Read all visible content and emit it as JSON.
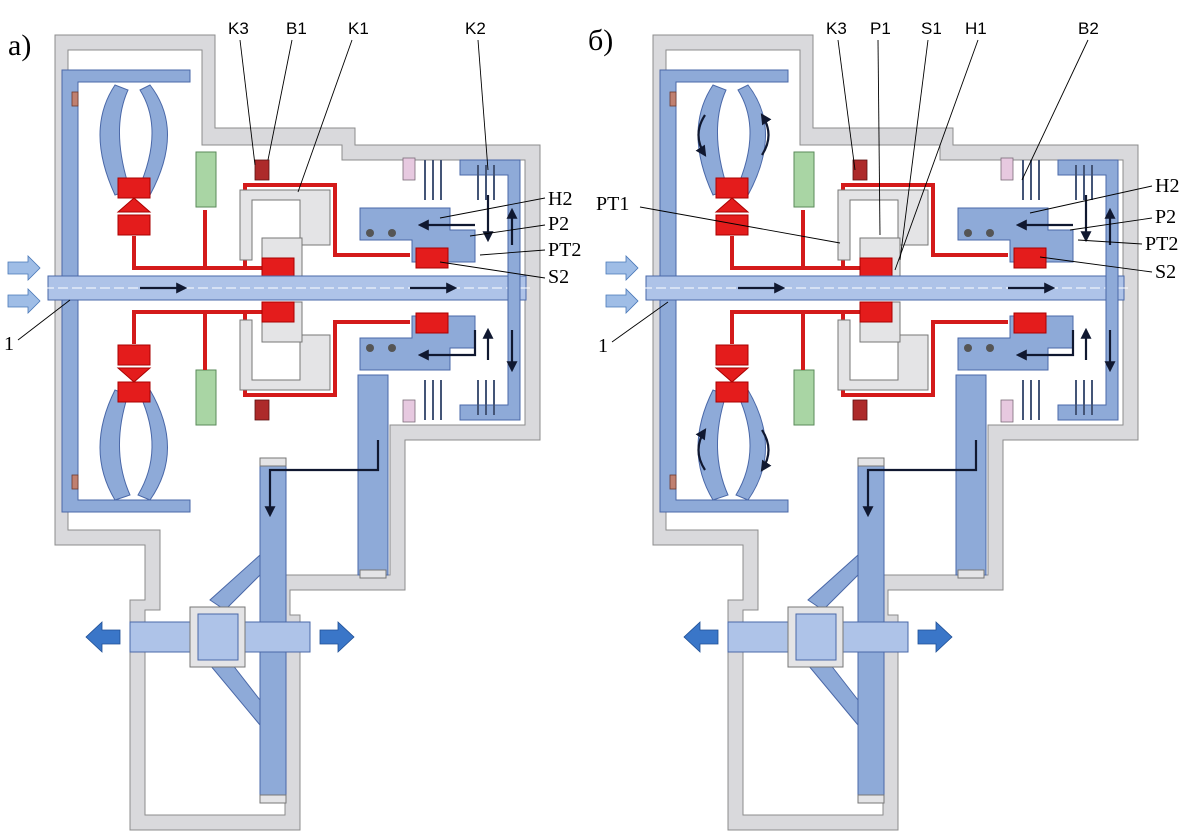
{
  "panels": [
    {
      "id": "a",
      "label": "а)",
      "top_labels": [
        "K3",
        "B1",
        "K1",
        "K2"
      ],
      "right_labels": [
        "H2",
        "P2",
        "PT2",
        "S2"
      ],
      "left_labels": [
        "1"
      ]
    },
    {
      "id": "b",
      "label": "б)",
      "top_labels": [
        "K3",
        "P1",
        "S1",
        "H1",
        "B2"
      ],
      "right_labels": [
        "H2",
        "P2",
        "PT2",
        "S2"
      ],
      "left_labels": [
        "PT1",
        "1"
      ]
    }
  ],
  "colors": {
    "housing": "#d9d9dc",
    "shaft": "#8eaad8",
    "pressure": "#e41c1c",
    "clutch_hub": "#a9d5a4",
    "flow_arrow": "#101830",
    "output_arrow": "#3a76c8"
  },
  "icons": [
    "input-arrow-icon",
    "output-arrow-icon",
    "flow-arrow-icon"
  ]
}
